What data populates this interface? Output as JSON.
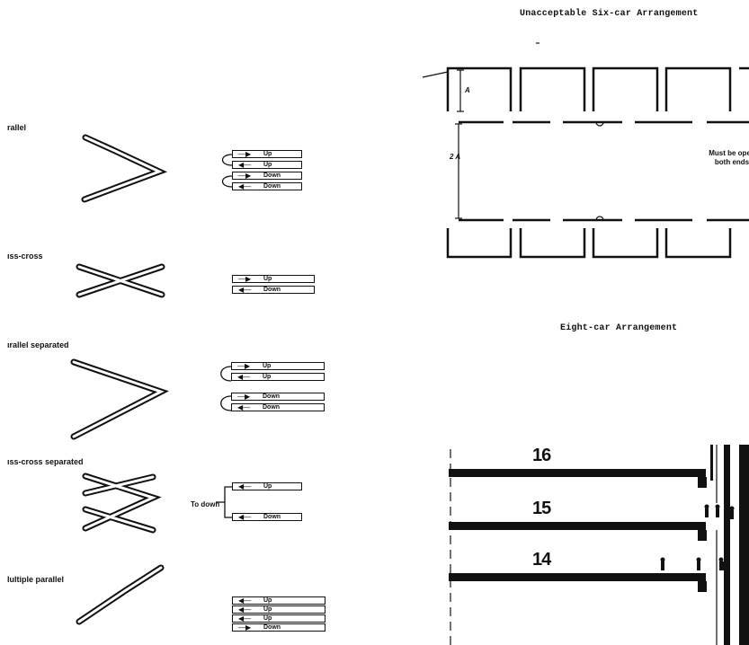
{
  "titles": {
    "six_car": "Unacceptable Six-car Arrangement",
    "eight_car": "Eight-car Arrangement"
  },
  "escalator_types": [
    {
      "label": "rallel",
      "lanes": [
        {
          "dir": "right",
          "text": "Up"
        },
        {
          "dir": "left",
          "text": "Up"
        },
        {
          "dir": "right",
          "text": "Down"
        },
        {
          "dir": "left",
          "text": "Down"
        }
      ]
    },
    {
      "label": "ıss-cross",
      "lanes": [
        {
          "dir": "right",
          "text": "Up"
        },
        {
          "dir": "left",
          "text": "Down"
        }
      ]
    },
    {
      "label": "ırallel separated",
      "lanes": [
        {
          "dir": "right",
          "text": "Up"
        },
        {
          "dir": "left",
          "text": "Up"
        },
        {
          "dir": "right",
          "text": "Down"
        },
        {
          "dir": "left",
          "text": "Down"
        }
      ]
    },
    {
      "label": "ıss-cross separated",
      "lanes": [
        {
          "dir": "left",
          "text": "Up"
        },
        {
          "dir": "left",
          "text": "Down"
        }
      ],
      "side_label": "To down"
    },
    {
      "label": "lultiple parallel",
      "lanes": [
        {
          "dir": "left",
          "text": "Up"
        },
        {
          "dir": "left",
          "text": "Up"
        },
        {
          "dir": "left",
          "text": "Up"
        },
        {
          "dir": "right",
          "text": "Down"
        }
      ]
    }
  ],
  "six_car": {
    "dim_a": "A",
    "dim_2a": "2 A",
    "note": "Must be open\nboth ends"
  },
  "eight_car": {
    "floors": [
      "16",
      "15",
      "14"
    ]
  }
}
